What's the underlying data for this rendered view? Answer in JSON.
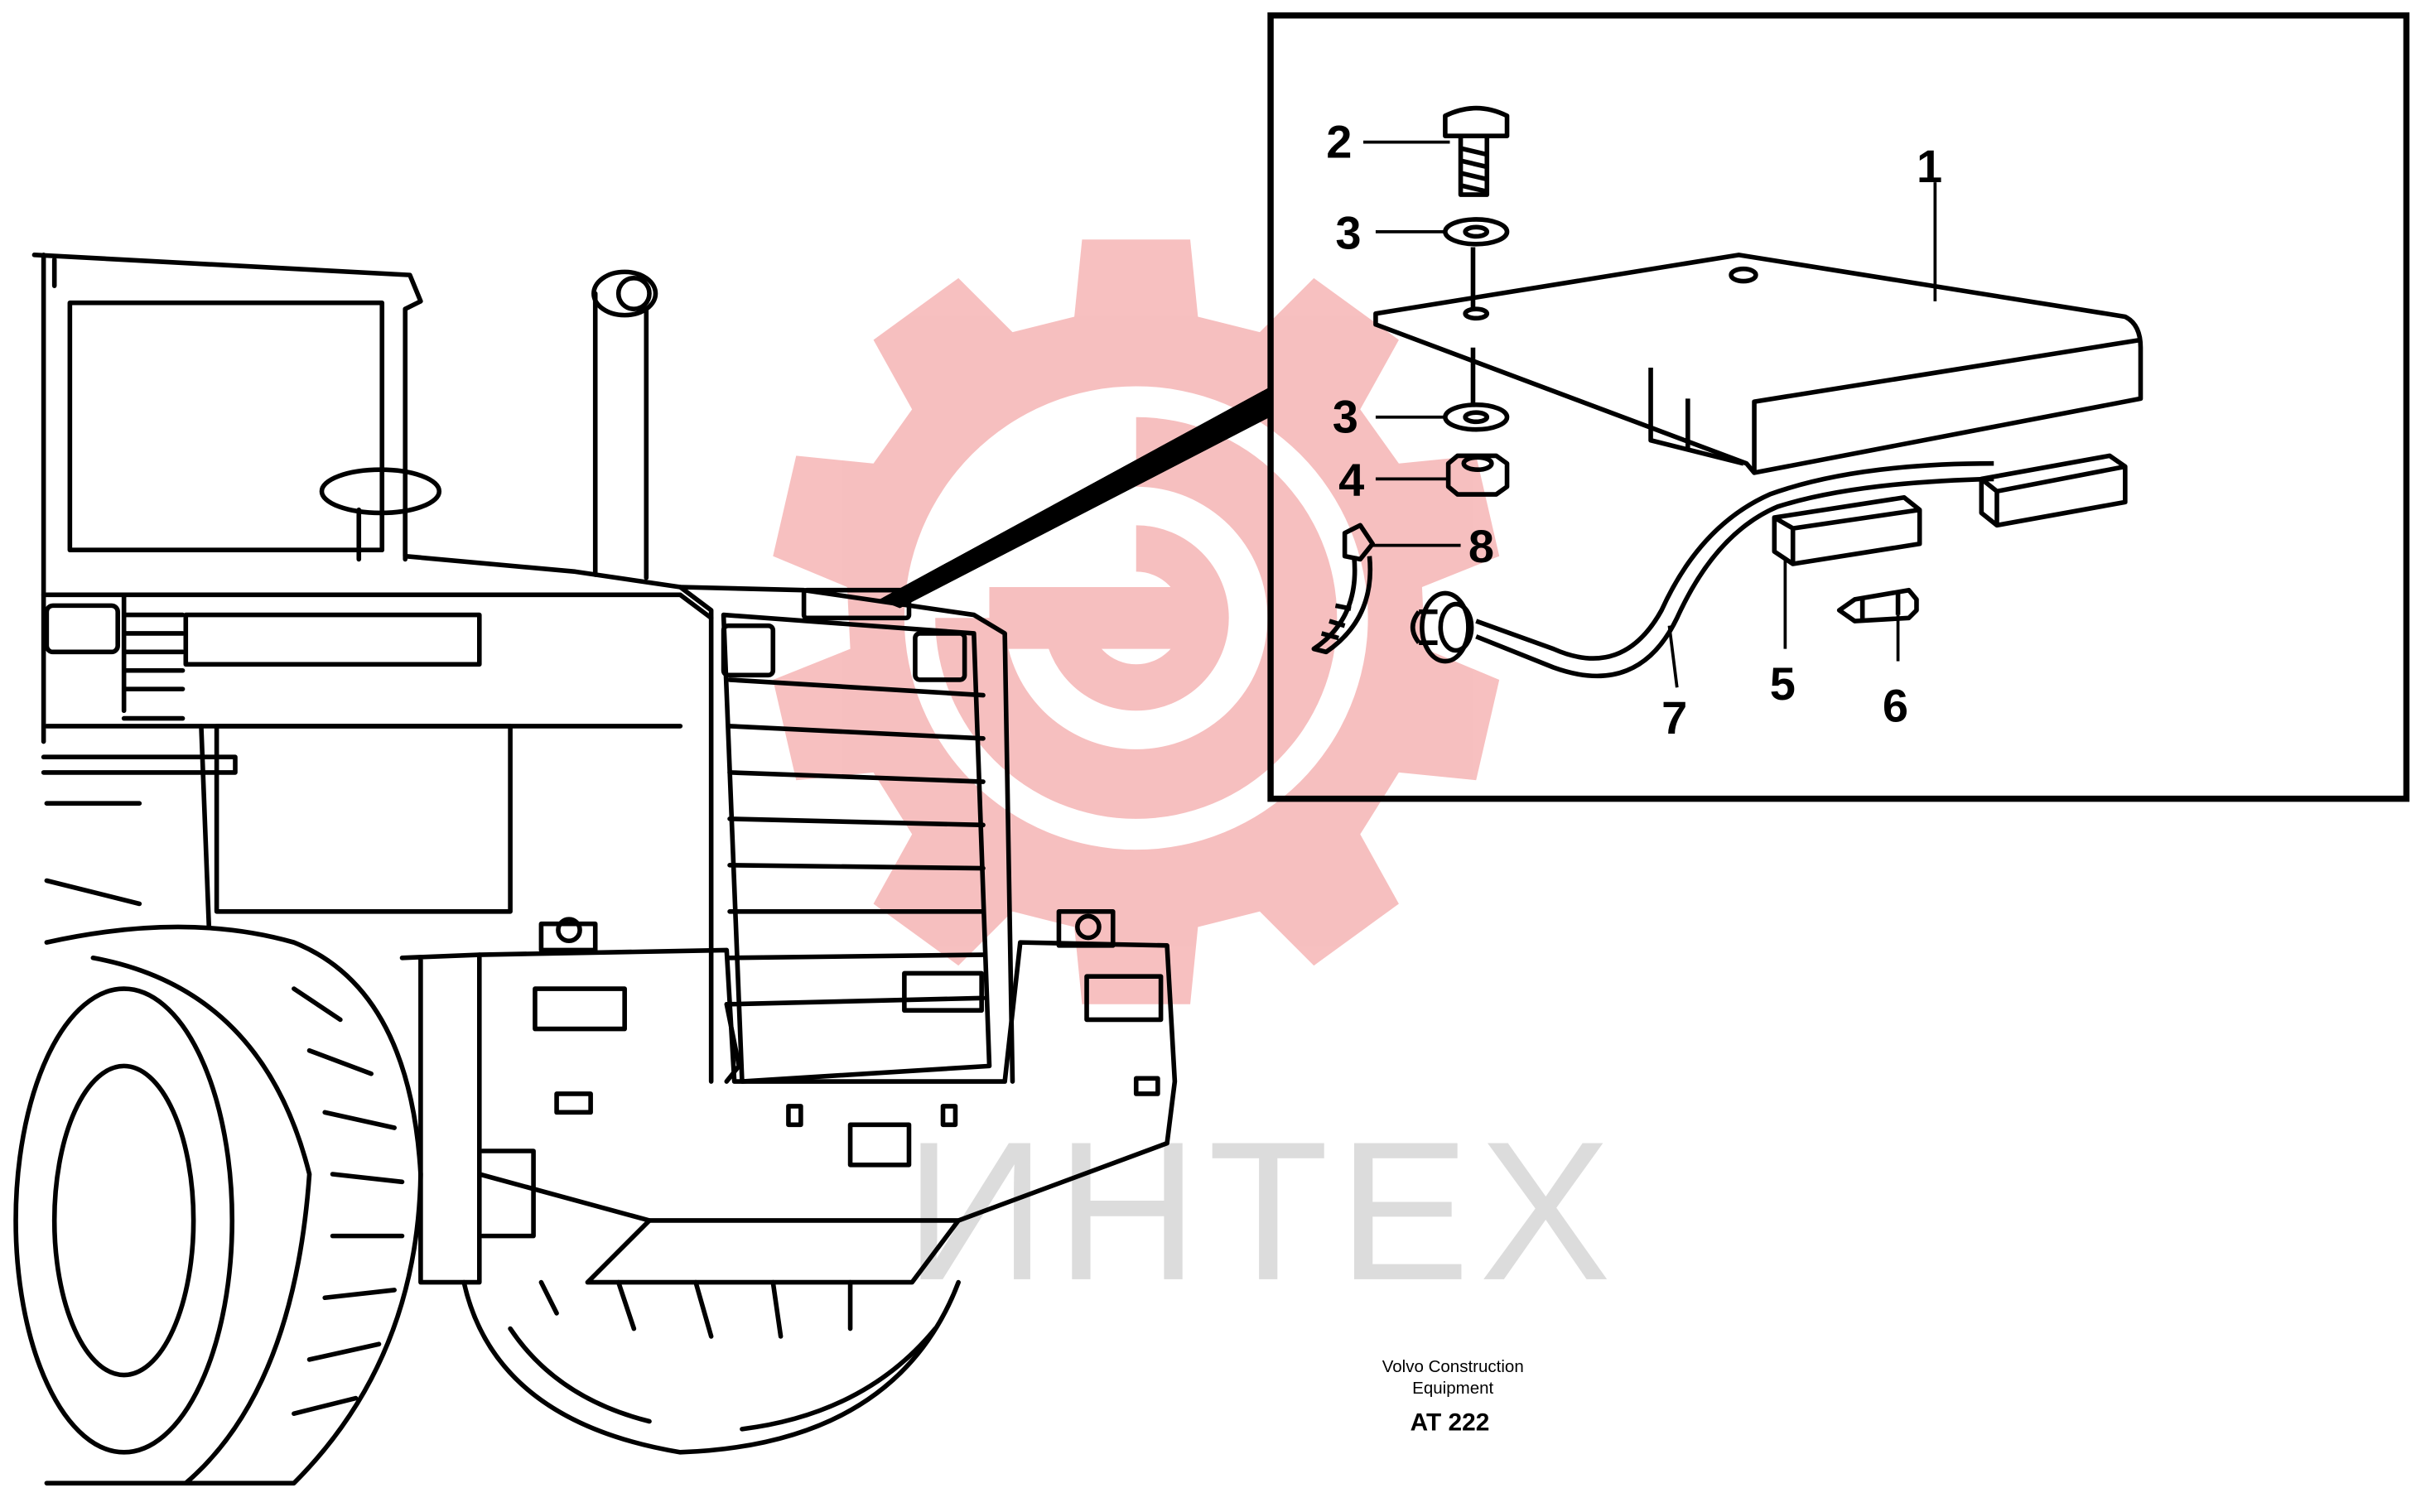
{
  "diagram": {
    "callouts": [
      "1",
      "2",
      "3",
      "3",
      "4",
      "5",
      "6",
      "7",
      "8"
    ],
    "caption": {
      "line1": "Volvo Construction",
      "line2": "Equipment",
      "code": "AT 222"
    },
    "watermark": {
      "text": "ИНТЕХ",
      "color": "#f6b9b9"
    }
  }
}
